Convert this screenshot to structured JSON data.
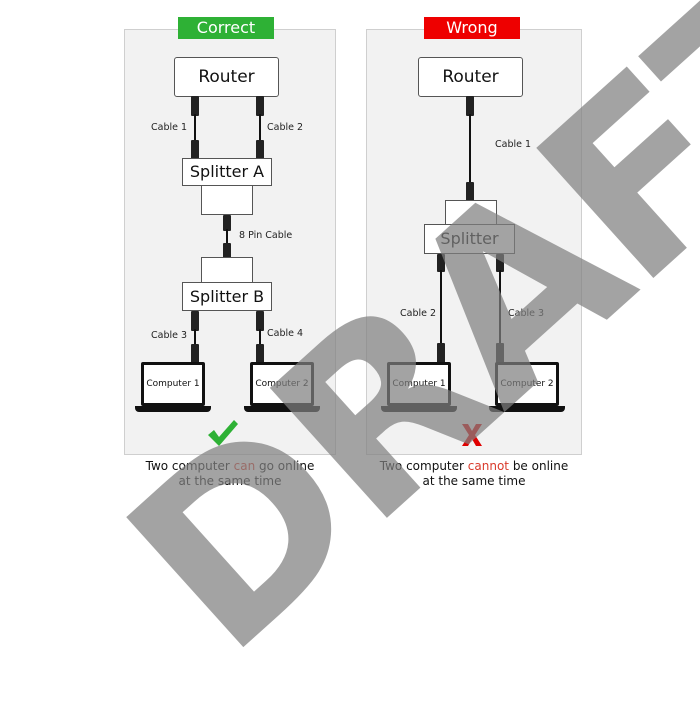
{
  "correct": {
    "badge": "Correct",
    "badge_color": "#2eb135",
    "router": "Router",
    "cable_1": "Cable 1",
    "cable_2": "Cable 2",
    "splitter_a": "Splitter A",
    "pin_cable": "8 Pin Cable",
    "splitter_b": "Splitter B",
    "cable_3": "Cable 3",
    "cable_4": "Cable 4",
    "computer_1": "Computer 1",
    "computer_2": "Computer 2",
    "result_icon": "checkmark-icon",
    "caption_pre": "Two computer ",
    "caption_highlight": "can",
    "caption_post": " go online",
    "caption_line2": "at the same time"
  },
  "wrong": {
    "badge": "Wrong",
    "badge_color": "#ee0000",
    "router": "Router",
    "cable_1": "Cable 1",
    "splitter": "Splitter",
    "cable_2": "Cable 2",
    "cable_3": "Cable 3",
    "computer_1": "Computer 1",
    "computer_2": "Computer 2",
    "result_icon": "cross-icon",
    "caption_pre": "Two computer ",
    "caption_highlight": "cannot",
    "caption_post": " be online",
    "caption_line2": "at the same time"
  },
  "watermark": "DRAFT"
}
